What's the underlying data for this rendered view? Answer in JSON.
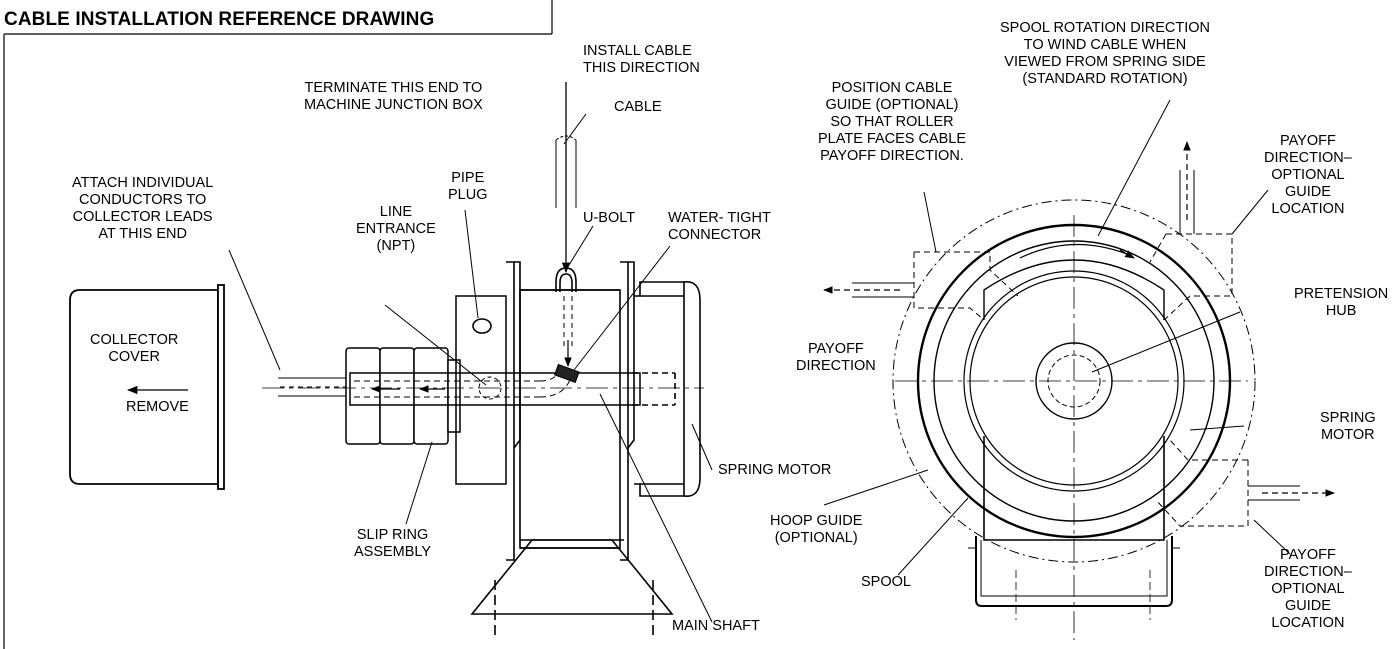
{
  "title": "CABLE INSTALLATION REFERENCE DRAWING",
  "labels": {
    "install_cable": [
      "INSTALL CABLE",
      "THIS DIRECTION"
    ],
    "terminate": [
      "TERMINATE THIS END TO",
      "MACHINE JUNCTION BOX"
    ],
    "cable": [
      "CABLE"
    ],
    "attach": [
      "ATTACH INDIVIDUAL",
      "CONDUCTORS TO",
      "COLLECTOR LEADS",
      "AT THIS END"
    ],
    "pipe_plug": [
      "PIPE",
      "PLUG"
    ],
    "u_bolt": [
      "U-BOLT"
    ],
    "line_entrance": [
      "LINE",
      "ENTRANCE",
      "(NPT)"
    ],
    "water_tight": [
      "WATER- TIGHT",
      "CONNECTOR"
    ],
    "collector_cover": [
      "COLLECTOR",
      "COVER"
    ],
    "remove": [
      "REMOVE"
    ],
    "spring_motor_left": [
      "SPRING MOTOR"
    ],
    "slip_ring": [
      "SLIP RING",
      "ASSEMBLY"
    ],
    "main_shaft": [
      "MAIN SHAFT"
    ],
    "position_guide": [
      "POSITION CABLE",
      "GUIDE (OPTIONAL)",
      "SO THAT ROLLER",
      "PLATE FACES CABLE",
      "PAYOFF DIRECTION."
    ],
    "spool_rotation": [
      "SPOOL ROTATION DIRECTION",
      "TO WIND CABLE WHEN",
      "VIEWED FROM SPRING SIDE",
      "(STANDARD ROTATION)"
    ],
    "payoff_top": [
      "PAYOFF",
      "DIRECTION–",
      "OPTIONAL",
      "GUIDE",
      "LOCATION"
    ],
    "pretension_hub": [
      "PRETENSION",
      "HUB"
    ],
    "payoff_left": [
      "PAYOFF",
      "DIRECTION"
    ],
    "spring_motor_right": [
      "SPRING",
      "MOTOR"
    ],
    "hoop_guide": [
      "HOOP GUIDE",
      "(OPTIONAL)"
    ],
    "spool": [
      "SPOOL"
    ],
    "payoff_bottom": [
      "PAYOFF",
      "DIRECTION–",
      "OPTIONAL",
      "GUIDE",
      "LOCATION"
    ]
  }
}
